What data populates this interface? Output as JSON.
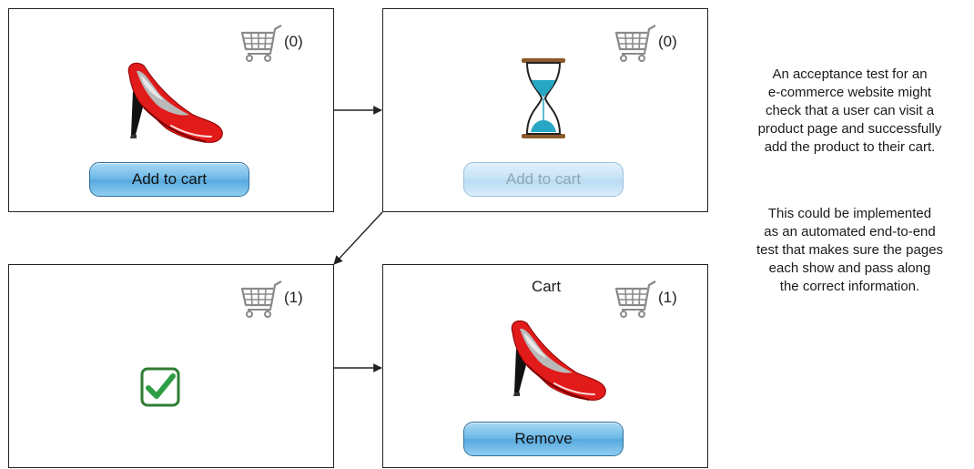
{
  "panels": [
    {
      "cart_count": "(0)",
      "button_label": "Add to cart",
      "button_state": "active"
    },
    {
      "cart_count": "(0)",
      "button_label": "Add to cart",
      "button_state": "disabled"
    },
    {
      "cart_count": "(1)"
    },
    {
      "title": "Cart",
      "cart_count": "(1)",
      "button_label": "Remove",
      "button_state": "active"
    }
  ],
  "captions": [
    [
      "An acceptance test for an",
      "e-commerce website might",
      "check that a user can visit a",
      "product page and successfully",
      "add the product to their cart."
    ],
    [
      "This could be implemented",
      "as an automated end-to-end",
      "test that makes sure the pages",
      "each show and pass along",
      "the correct information."
    ]
  ],
  "icons": [
    "cart-icon",
    "shoe-icon",
    "hourglass-icon",
    "checkmark-icon",
    "arrow-icon"
  ],
  "colors": {
    "button_blue": "#6cb8e6",
    "button_border": "#2f6f9b",
    "shoe_red": "#e11a1a",
    "sand_teal": "#27a7c3",
    "hourglass_wood": "#8b5a2b",
    "check_green": "#2e9e44"
  }
}
